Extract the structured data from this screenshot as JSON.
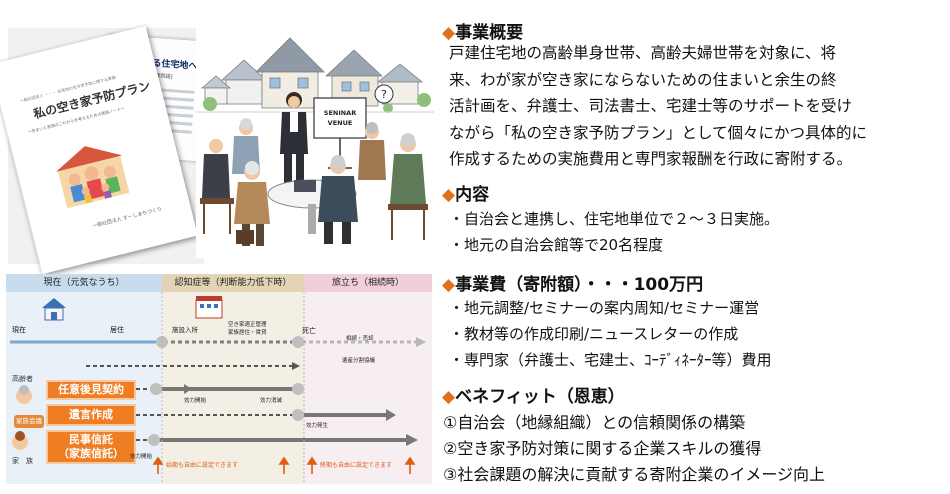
{
  "booklet": {
    "front_small": "一般社団法人 ・・・ 住宅地の空き家予防に関する実施",
    "front_title": "私の空き家予防プラン",
    "front_subtitle": "～住まいと家族のこれからを考えるための実施ノート～",
    "front_footer": "一般社団法人 すーしまちづくり",
    "back_title": "み継がれる住宅地へ",
    "back_subtitle": "ンジメント[3つの実践提]"
  },
  "scene": {
    "sign_text": "SENINAR VENUE",
    "question_mark": "?"
  },
  "timeline": {
    "headers": [
      "現在（元気なうち）",
      "認知症等（判断能力低下時）",
      "旅立ち（相続時）"
    ],
    "row1": {
      "start": "現在",
      "living": "居住",
      "admit": "施設入所",
      "care_line1": "空き家適正管理",
      "care_line2": "家族居住・賃貸",
      "death": "死亡",
      "inherit": "相続・売却",
      "estate": "遺産分割協議"
    },
    "side": {
      "elderly": "高齢者",
      "family_meeting": "家族会議",
      "family": "家　族"
    },
    "boxes": {
      "guardian": "任意後見契約",
      "will": "遺言作成",
      "trust_line1": "民事信託",
      "trust_line2": "（家族信託）"
    },
    "effects": {
      "start_effect": "効力開始",
      "effect_end": "効力消滅",
      "effect_arise": "効力発生",
      "start_effect_trust": "効力開始"
    },
    "notes": {
      "start_note": "始期も自由に設定できます",
      "end_note": "終期も自由に設定できます"
    }
  },
  "right": {
    "s1": {
      "title": "事業概要",
      "lines": [
        "戸建住宅地の高齢単身世帯、高齢夫婦世帯を対象に、将",
        "来、わが家が空き家にならないための住まいと余生の終",
        "活計画を、弁護士、司法書士、宅建士等のサポートを受け",
        "ながら「私の空き家予防プラン」として個々にかつ具体的に",
        "作成するための実施費用と専門家報酬を行政に寄附する。"
      ]
    },
    "s2": {
      "title": "内容",
      "items": [
        "・自治会と連携し、住宅地単位で２～３日実施。",
        "・地元の自治会館等で20名程度"
      ]
    },
    "s3": {
      "title": "事業費（寄附額）・・・100万円",
      "items": [
        "・地元調整/セミナーの案内周知/セミナー運営",
        "・教材等の作成印刷/ニュースレターの作成",
        "・専門家（弁護士、宅建士、ｺｰﾃﾞｨﾈｰﾀｰ等）費用"
      ]
    },
    "s4": {
      "title": "ベネフィット（恩恵）",
      "items": [
        "①自治会（地縁組織）との信頼関係の構築",
        "②空き家予防対策に関する企業スキルの獲得",
        "③社会課題の解決に貢献する寄附企業のイメージ向上"
      ]
    },
    "diamond": "◆",
    "accent_color": "#e0701c"
  }
}
